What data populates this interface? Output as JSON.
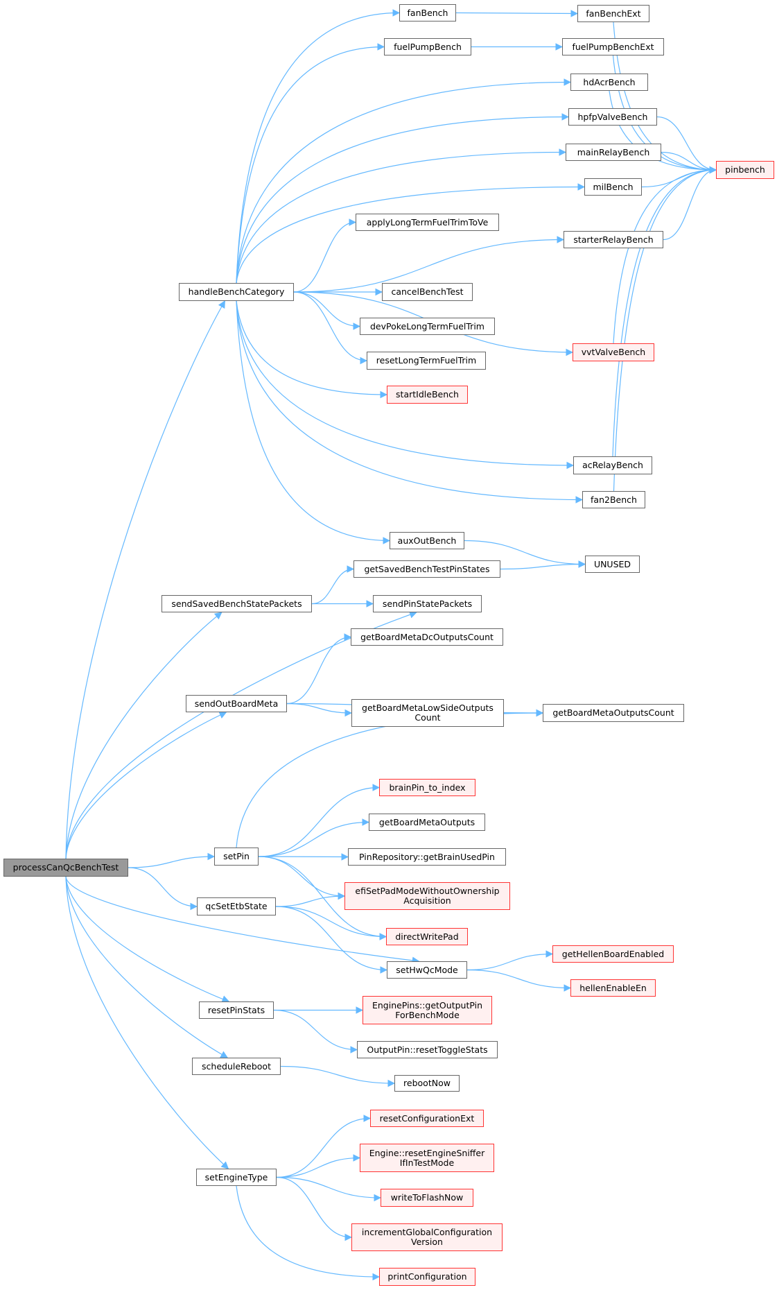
{
  "graph": {
    "title": "processCanQcBenchTest call graph",
    "edge_color": "#63b8ff",
    "colors": {
      "root_fill": "#999999",
      "node_border": "#666666",
      "external_border": "#ff3333",
      "external_fill": "#fff0f0"
    },
    "nodes": [
      {
        "id": "processCanQcBenchTest",
        "label": "processCanQcBenchTest",
        "kind": "root"
      },
      {
        "id": "handleBenchCategory",
        "label": "handleBenchCategory",
        "kind": "normal"
      },
      {
        "id": "fanBench",
        "label": "fanBench",
        "kind": "normal"
      },
      {
        "id": "fanBenchExt",
        "label": "fanBenchExt",
        "kind": "normal"
      },
      {
        "id": "fuelPumpBench",
        "label": "fuelPumpBench",
        "kind": "normal"
      },
      {
        "id": "fuelPumpBenchExt",
        "label": "fuelPumpBenchExt",
        "kind": "normal"
      },
      {
        "id": "hdAcrBench",
        "label": "hdAcrBench",
        "kind": "normal"
      },
      {
        "id": "hpfpValveBench",
        "label": "hpfpValveBench",
        "kind": "normal"
      },
      {
        "id": "mainRelayBench",
        "label": "mainRelayBench",
        "kind": "normal"
      },
      {
        "id": "milBench",
        "label": "milBench",
        "kind": "normal"
      },
      {
        "id": "pinbench",
        "label": "pinbench",
        "kind": "external"
      },
      {
        "id": "applyLongTermFuelTrimToVe",
        "label": "applyLongTermFuelTrimToVe",
        "kind": "normal"
      },
      {
        "id": "starterRelayBench",
        "label": "starterRelayBench",
        "kind": "normal"
      },
      {
        "id": "cancelBenchTest",
        "label": "cancelBenchTest",
        "kind": "normal"
      },
      {
        "id": "devPokeLongTermFuelTrim",
        "label": "devPokeLongTermFuelTrim",
        "kind": "normal"
      },
      {
        "id": "resetLongTermFuelTrim",
        "label": "resetLongTermFuelTrim",
        "kind": "normal"
      },
      {
        "id": "startIdleBench",
        "label": "startIdleBench",
        "kind": "external"
      },
      {
        "id": "vvtValveBench",
        "label": "vvtValveBench",
        "kind": "external"
      },
      {
        "id": "acRelayBench",
        "label": "acRelayBench",
        "kind": "normal"
      },
      {
        "id": "fan2Bench",
        "label": "fan2Bench",
        "kind": "normal"
      },
      {
        "id": "auxOutBench",
        "label": "auxOutBench",
        "kind": "normal"
      },
      {
        "id": "UNUSED",
        "label": "UNUSED",
        "kind": "normal"
      },
      {
        "id": "getSavedBenchTestPinStates",
        "label": "getSavedBenchTestPinStates",
        "kind": "normal"
      },
      {
        "id": "sendSavedBenchStatePackets",
        "label": "sendSavedBenchStatePackets",
        "kind": "normal"
      },
      {
        "id": "sendPinStatePackets",
        "label": "sendPinStatePackets",
        "kind": "normal"
      },
      {
        "id": "getBoardMetaDcOutputsCount",
        "label": "getBoardMetaDcOutputsCount",
        "kind": "normal"
      },
      {
        "id": "sendOutBoardMeta",
        "label": "sendOutBoardMeta",
        "kind": "normal"
      },
      {
        "id": "getBoardMetaLowSideOutputsCount",
        "label": "getBoardMetaLowSideOutputs\nCount",
        "kind": "normal"
      },
      {
        "id": "getBoardMetaOutputsCount",
        "label": "getBoardMetaOutputsCount",
        "kind": "normal"
      },
      {
        "id": "brainPin_to_index",
        "label": "brainPin_to_index",
        "kind": "external"
      },
      {
        "id": "getBoardMetaOutputs",
        "label": "getBoardMetaOutputs",
        "kind": "normal"
      },
      {
        "id": "getBrainUsedPin",
        "label": "PinRepository::getBrainUsedPin",
        "kind": "normal"
      },
      {
        "id": "setPin",
        "label": "setPin",
        "kind": "normal"
      },
      {
        "id": "efiSetPadModeWithoutOwnershipAcquisition",
        "label": "efiSetPadModeWithoutOwnership\nAcquisition",
        "kind": "external"
      },
      {
        "id": "qcSetEtbState",
        "label": "qcSetEtbState",
        "kind": "normal"
      },
      {
        "id": "directWritePad",
        "label": "directWritePad",
        "kind": "external"
      },
      {
        "id": "setHwQcMode",
        "label": "setHwQcMode",
        "kind": "normal"
      },
      {
        "id": "getHellenBoardEnabled",
        "label": "getHellenBoardEnabled",
        "kind": "external"
      },
      {
        "id": "hellenEnableEn",
        "label": "hellenEnableEn",
        "kind": "external"
      },
      {
        "id": "resetPinStats",
        "label": "resetPinStats",
        "kind": "normal"
      },
      {
        "id": "getOutputPinForBenchMode",
        "label": "EnginePins::getOutputPin\nForBenchMode",
        "kind": "external"
      },
      {
        "id": "resetToggleStats",
        "label": "OutputPin::resetToggleStats",
        "kind": "normal"
      },
      {
        "id": "scheduleReboot",
        "label": "scheduleReboot",
        "kind": "normal"
      },
      {
        "id": "rebootNow",
        "label": "rebootNow",
        "kind": "normal"
      },
      {
        "id": "resetConfigurationExt",
        "label": "resetConfigurationExt",
        "kind": "external"
      },
      {
        "id": "resetEngineSnifferIfInTestMode",
        "label": "Engine::resetEngineSniffer\nIfInTestMode",
        "kind": "external"
      },
      {
        "id": "setEngineType",
        "label": "setEngineType",
        "kind": "normal"
      },
      {
        "id": "writeToFlashNow",
        "label": "writeToFlashNow",
        "kind": "external"
      },
      {
        "id": "incrementGlobalConfigurationVersion",
        "label": "incrementGlobalConfiguration\nVersion",
        "kind": "external"
      },
      {
        "id": "printConfiguration",
        "label": "printConfiguration",
        "kind": "external"
      }
    ],
    "edges": [
      [
        "processCanQcBenchTest",
        "handleBenchCategory"
      ],
      [
        "processCanQcBenchTest",
        "sendSavedBenchStatePackets"
      ],
      [
        "processCanQcBenchTest",
        "sendPinStatePackets"
      ],
      [
        "processCanQcBenchTest",
        "sendOutBoardMeta"
      ],
      [
        "processCanQcBenchTest",
        "setPin"
      ],
      [
        "processCanQcBenchTest",
        "qcSetEtbState"
      ],
      [
        "processCanQcBenchTest",
        "setHwQcMode"
      ],
      [
        "processCanQcBenchTest",
        "resetPinStats"
      ],
      [
        "processCanQcBenchTest",
        "scheduleReboot"
      ],
      [
        "processCanQcBenchTest",
        "setEngineType"
      ],
      [
        "handleBenchCategory",
        "fanBench"
      ],
      [
        "handleBenchCategory",
        "fuelPumpBench"
      ],
      [
        "handleBenchCategory",
        "hdAcrBench"
      ],
      [
        "handleBenchCategory",
        "hpfpValveBench"
      ],
      [
        "handleBenchCategory",
        "mainRelayBench"
      ],
      [
        "handleBenchCategory",
        "milBench"
      ],
      [
        "handleBenchCategory",
        "applyLongTermFuelTrimToVe"
      ],
      [
        "handleBenchCategory",
        "starterRelayBench"
      ],
      [
        "handleBenchCategory",
        "cancelBenchTest"
      ],
      [
        "handleBenchCategory",
        "devPokeLongTermFuelTrim"
      ],
      [
        "handleBenchCategory",
        "resetLongTermFuelTrim"
      ],
      [
        "handleBenchCategory",
        "startIdleBench"
      ],
      [
        "handleBenchCategory",
        "vvtValveBench"
      ],
      [
        "handleBenchCategory",
        "acRelayBench"
      ],
      [
        "handleBenchCategory",
        "fan2Bench"
      ],
      [
        "handleBenchCategory",
        "auxOutBench"
      ],
      [
        "fanBench",
        "fanBenchExt"
      ],
      [
        "fuelPumpBench",
        "fuelPumpBenchExt"
      ],
      [
        "fanBenchExt",
        "pinbench"
      ],
      [
        "fuelPumpBenchExt",
        "pinbench"
      ],
      [
        "hdAcrBench",
        "pinbench"
      ],
      [
        "hpfpValveBench",
        "pinbench"
      ],
      [
        "mainRelayBench",
        "pinbench"
      ],
      [
        "milBench",
        "pinbench"
      ],
      [
        "starterRelayBench",
        "pinbench"
      ],
      [
        "vvtValveBench",
        "pinbench"
      ],
      [
        "acRelayBench",
        "pinbench"
      ],
      [
        "fan2Bench",
        "pinbench"
      ],
      [
        "auxOutBench",
        "UNUSED"
      ],
      [
        "getSavedBenchTestPinStates",
        "UNUSED"
      ],
      [
        "sendSavedBenchStatePackets",
        "getSavedBenchTestPinStates"
      ],
      [
        "sendSavedBenchStatePackets",
        "sendPinStatePackets"
      ],
      [
        "sendOutBoardMeta",
        "getBoardMetaDcOutputsCount"
      ],
      [
        "sendOutBoardMeta",
        "getBoardMetaLowSideOutputsCount"
      ],
      [
        "sendOutBoardMeta",
        "getBoardMetaOutputsCount"
      ],
      [
        "getBoardMetaLowSideOutputsCount",
        "getBoardMetaOutputsCount"
      ],
      [
        "setPin",
        "getBoardMetaOutputsCount"
      ],
      [
        "setPin",
        "brainPin_to_index"
      ],
      [
        "setPin",
        "getBoardMetaOutputs"
      ],
      [
        "setPin",
        "getBrainUsedPin"
      ],
      [
        "setPin",
        "efiSetPadModeWithoutOwnershipAcquisition"
      ],
      [
        "setPin",
        "directWritePad"
      ],
      [
        "qcSetEtbState",
        "efiSetPadModeWithoutOwnershipAcquisition"
      ],
      [
        "qcSetEtbState",
        "directWritePad"
      ],
      [
        "qcSetEtbState",
        "setHwQcMode"
      ],
      [
        "setHwQcMode",
        "getHellenBoardEnabled"
      ],
      [
        "setHwQcMode",
        "hellenEnableEn"
      ],
      [
        "resetPinStats",
        "getOutputPinForBenchMode"
      ],
      [
        "resetPinStats",
        "resetToggleStats"
      ],
      [
        "scheduleReboot",
        "rebootNow"
      ],
      [
        "setEngineType",
        "resetConfigurationExt"
      ],
      [
        "setEngineType",
        "resetEngineSnifferIfInTestMode"
      ],
      [
        "setEngineType",
        "writeToFlashNow"
      ],
      [
        "setEngineType",
        "incrementGlobalConfigurationVersion"
      ],
      [
        "setEngineType",
        "printConfiguration"
      ]
    ]
  }
}
